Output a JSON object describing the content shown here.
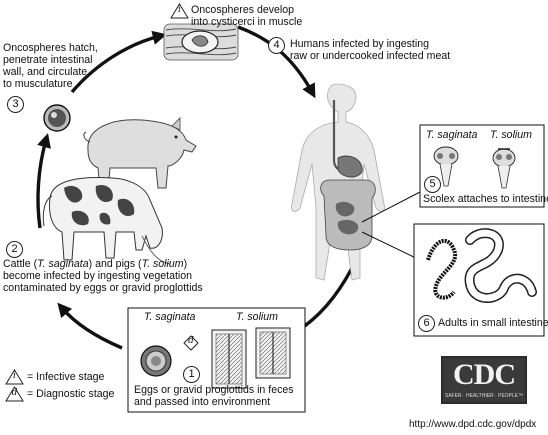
{
  "stages": {
    "s1": {
      "number": "1",
      "line1": "Eggs or gravid proglottids in feces",
      "line2": "and passed into environment"
    },
    "s2": {
      "number": "2",
      "line1": {
        "a": "Cattle (",
        "b": "T. saginata",
        "c": ") and pigs (",
        "d": "T. solium",
        "e": ")"
      },
      "line2": "become infected by ingesting vegetation",
      "line3": "contaminated by eggs or gravid proglottids"
    },
    "s3": {
      "number": "3",
      "line1": "Oncospheres hatch,",
      "line2": "penetrate intestinal",
      "line3": "wall, and circulate",
      "line4": "to musculature"
    },
    "top": {
      "marker": "i",
      "line1": "Oncospheres develop",
      "line2": "into cysticerci in muscle"
    },
    "s4": {
      "number": "4",
      "line1": "Humans infected by ingesting",
      "line2": "raw or undercooked infected meat"
    },
    "s5": {
      "number": "5",
      "caption": "Scolex attaches to intestine",
      "label_a": "T. saginata",
      "label_b": "T. solium"
    },
    "s6": {
      "number": "6",
      "caption": "Adults in small intestine"
    }
  },
  "egg_panel": {
    "label_a": "T. saginata",
    "label_b": "T. solium",
    "diag_marker": "d"
  },
  "legend": {
    "infective_marker": "i",
    "infective": "= Infective stage",
    "diagnostic_marker": "d",
    "diagnostic": "= Diagnostic stage"
  },
  "cdc": {
    "logo": "CDC",
    "tagline": "SAFER · HEALTHIER · PEOPLE™",
    "url": "http://www.dpd.cdc.gov/dpdx"
  }
}
